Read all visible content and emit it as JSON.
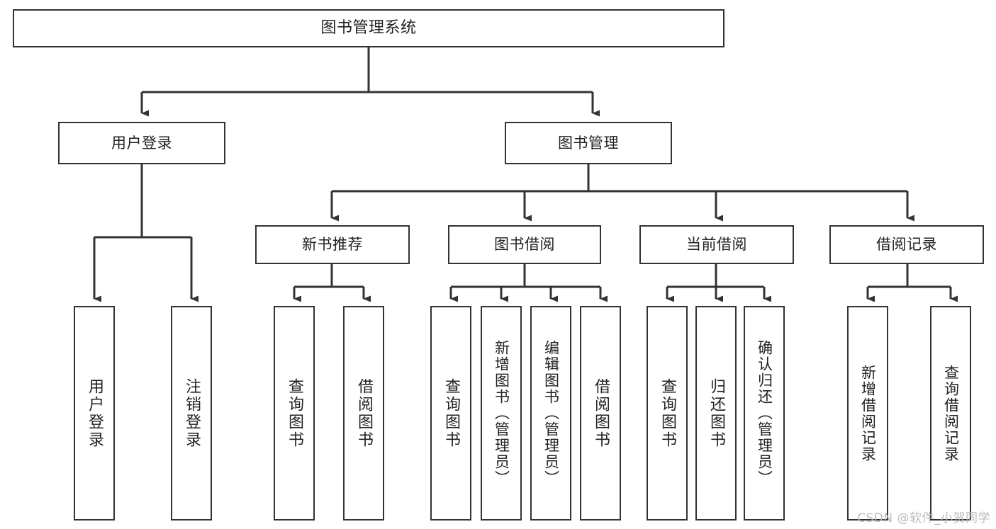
{
  "diagram": {
    "type": "tree",
    "title": "图书管理系统",
    "colors": {
      "background": "#ffffff",
      "box_border": "#333333",
      "box_fill": "#ffffff",
      "text": "#222222",
      "edge": "#333333",
      "watermark": "#b9bcc0"
    },
    "root": {
      "label": "图书管理系统"
    },
    "level1": [
      {
        "label": "用户登录"
      },
      {
        "label": "图书管理"
      }
    ],
    "level2": [
      {
        "label": "新书推荐"
      },
      {
        "label": "图书借阅"
      },
      {
        "label": "当前借阅"
      },
      {
        "label": "借阅记录"
      }
    ],
    "leaves": {
      "user_login": [
        {
          "label": "用户登录"
        },
        {
          "label": "注销登录"
        }
      ],
      "new_book_recommend": [
        {
          "label": "查询图书"
        },
        {
          "label": "借阅图书"
        }
      ],
      "book_borrow": [
        {
          "label": "查询图书"
        },
        {
          "label": "新增图书（管理员）"
        },
        {
          "label": "编辑图书（管理员）"
        },
        {
          "label": "借阅图书"
        }
      ],
      "current_borrow": [
        {
          "label": "查询图书"
        },
        {
          "label": "归还图书"
        },
        {
          "label": "确认归还（管理员）"
        }
      ],
      "borrow_record": [
        {
          "label": "新增借阅记录"
        },
        {
          "label": "查询借阅记录"
        }
      ]
    }
  },
  "watermark": {
    "text": "CSDN @软件_小贺同学"
  }
}
